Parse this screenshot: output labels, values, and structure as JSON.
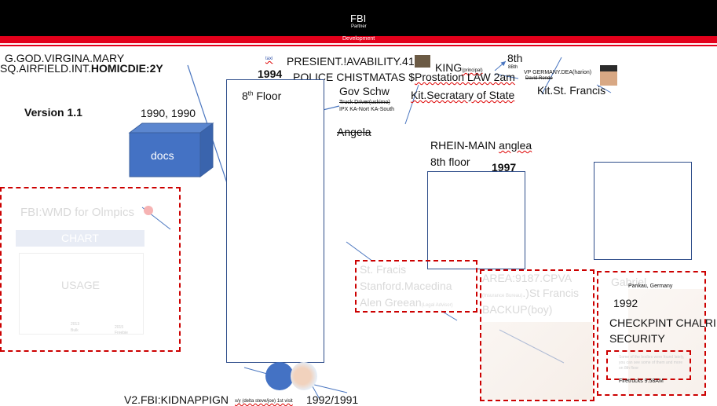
{
  "header": {
    "title": "FBI",
    "subtitle": "Partner",
    "ribbon": "Development"
  },
  "labels": {
    "god": "G.GOD.VIRGINA.MARY",
    "airfield": "SQ.AIRFIELD.INT.",
    "homicide": "HOMICDIE:2Y",
    "tiny_top": "taxi",
    "president": "PRESIENT.!AVABILITY.41",
    "police": "POLICE CHISTMATAS $",
    "prostation": "Prostation LAW 2am",
    "king": "KING",
    "king_sub": "(principal)",
    "eighth_top": "8th",
    "eighth_small": "8Bth",
    "vp": "VP GERMANY.DEA(harion)",
    "vp_sub": "David Ronde",
    "year_1994": "1994",
    "eighth_floor": "Floor",
    "eighth_num": "8",
    "eighth_sup": "th",
    "gov": "Gov Schw",
    "truck": "Truck Driver(uskimo)",
    "ipx": "IPX KA-Nort KA-South",
    "kit_secretary": "Kit.Secratary of State",
    "kit_francis": "Kit.St. Francis",
    "version": "Version 1.1",
    "years_1990": "1990, 1990",
    "angela": "Angela",
    "rhein": "RHEIN-MAIN",
    "anglea": "anglea",
    "eighth_floor_2": "8th floor",
    "year_1997": "1997",
    "stfrancis": "St. Fracis",
    "stanford": "Stanford.Macedina",
    "alen": "Alen Greean",
    "alen_sub": "(Legal Advisor)",
    "area": "AREA:9187.CPVA",
    "area_sub": "(Insurance Bureau)",
    "stfrancis2": ".)St Francis",
    "backup": "BACKUP(boy)",
    "gabriel": "Gabriel",
    "pankau": "Pankau, Germany",
    "year_1992": "1992",
    "checkpoint": "CHECKPINT CHALRIE",
    "security": "SECURITY",
    "firetrucks": "Firetrucks 9:58AM",
    "note_small": "Some of the bodies were found lately, you can see some of them and more on 8th floor",
    "kidnapping": "V2.FBI:KIDNAPPIGN",
    "kid_sub": "x/y (delta steve/joe) 1st visit",
    "years_kid": "1992/1991",
    "docs": "docs"
  },
  "faded_panel": {
    "title": "FBI:WMD for Olmpics",
    "chart": "CHART",
    "usage": "USAGE",
    "tick1": "2013",
    "tick1b": "Bulk",
    "tick2": "2015",
    "tick2b": "Freebie"
  },
  "colors": {
    "accent_red": "#e3001b",
    "dash_red": "#cc0000",
    "docs_blue": "#4472c4",
    "line_blue": "#4a76c0"
  }
}
